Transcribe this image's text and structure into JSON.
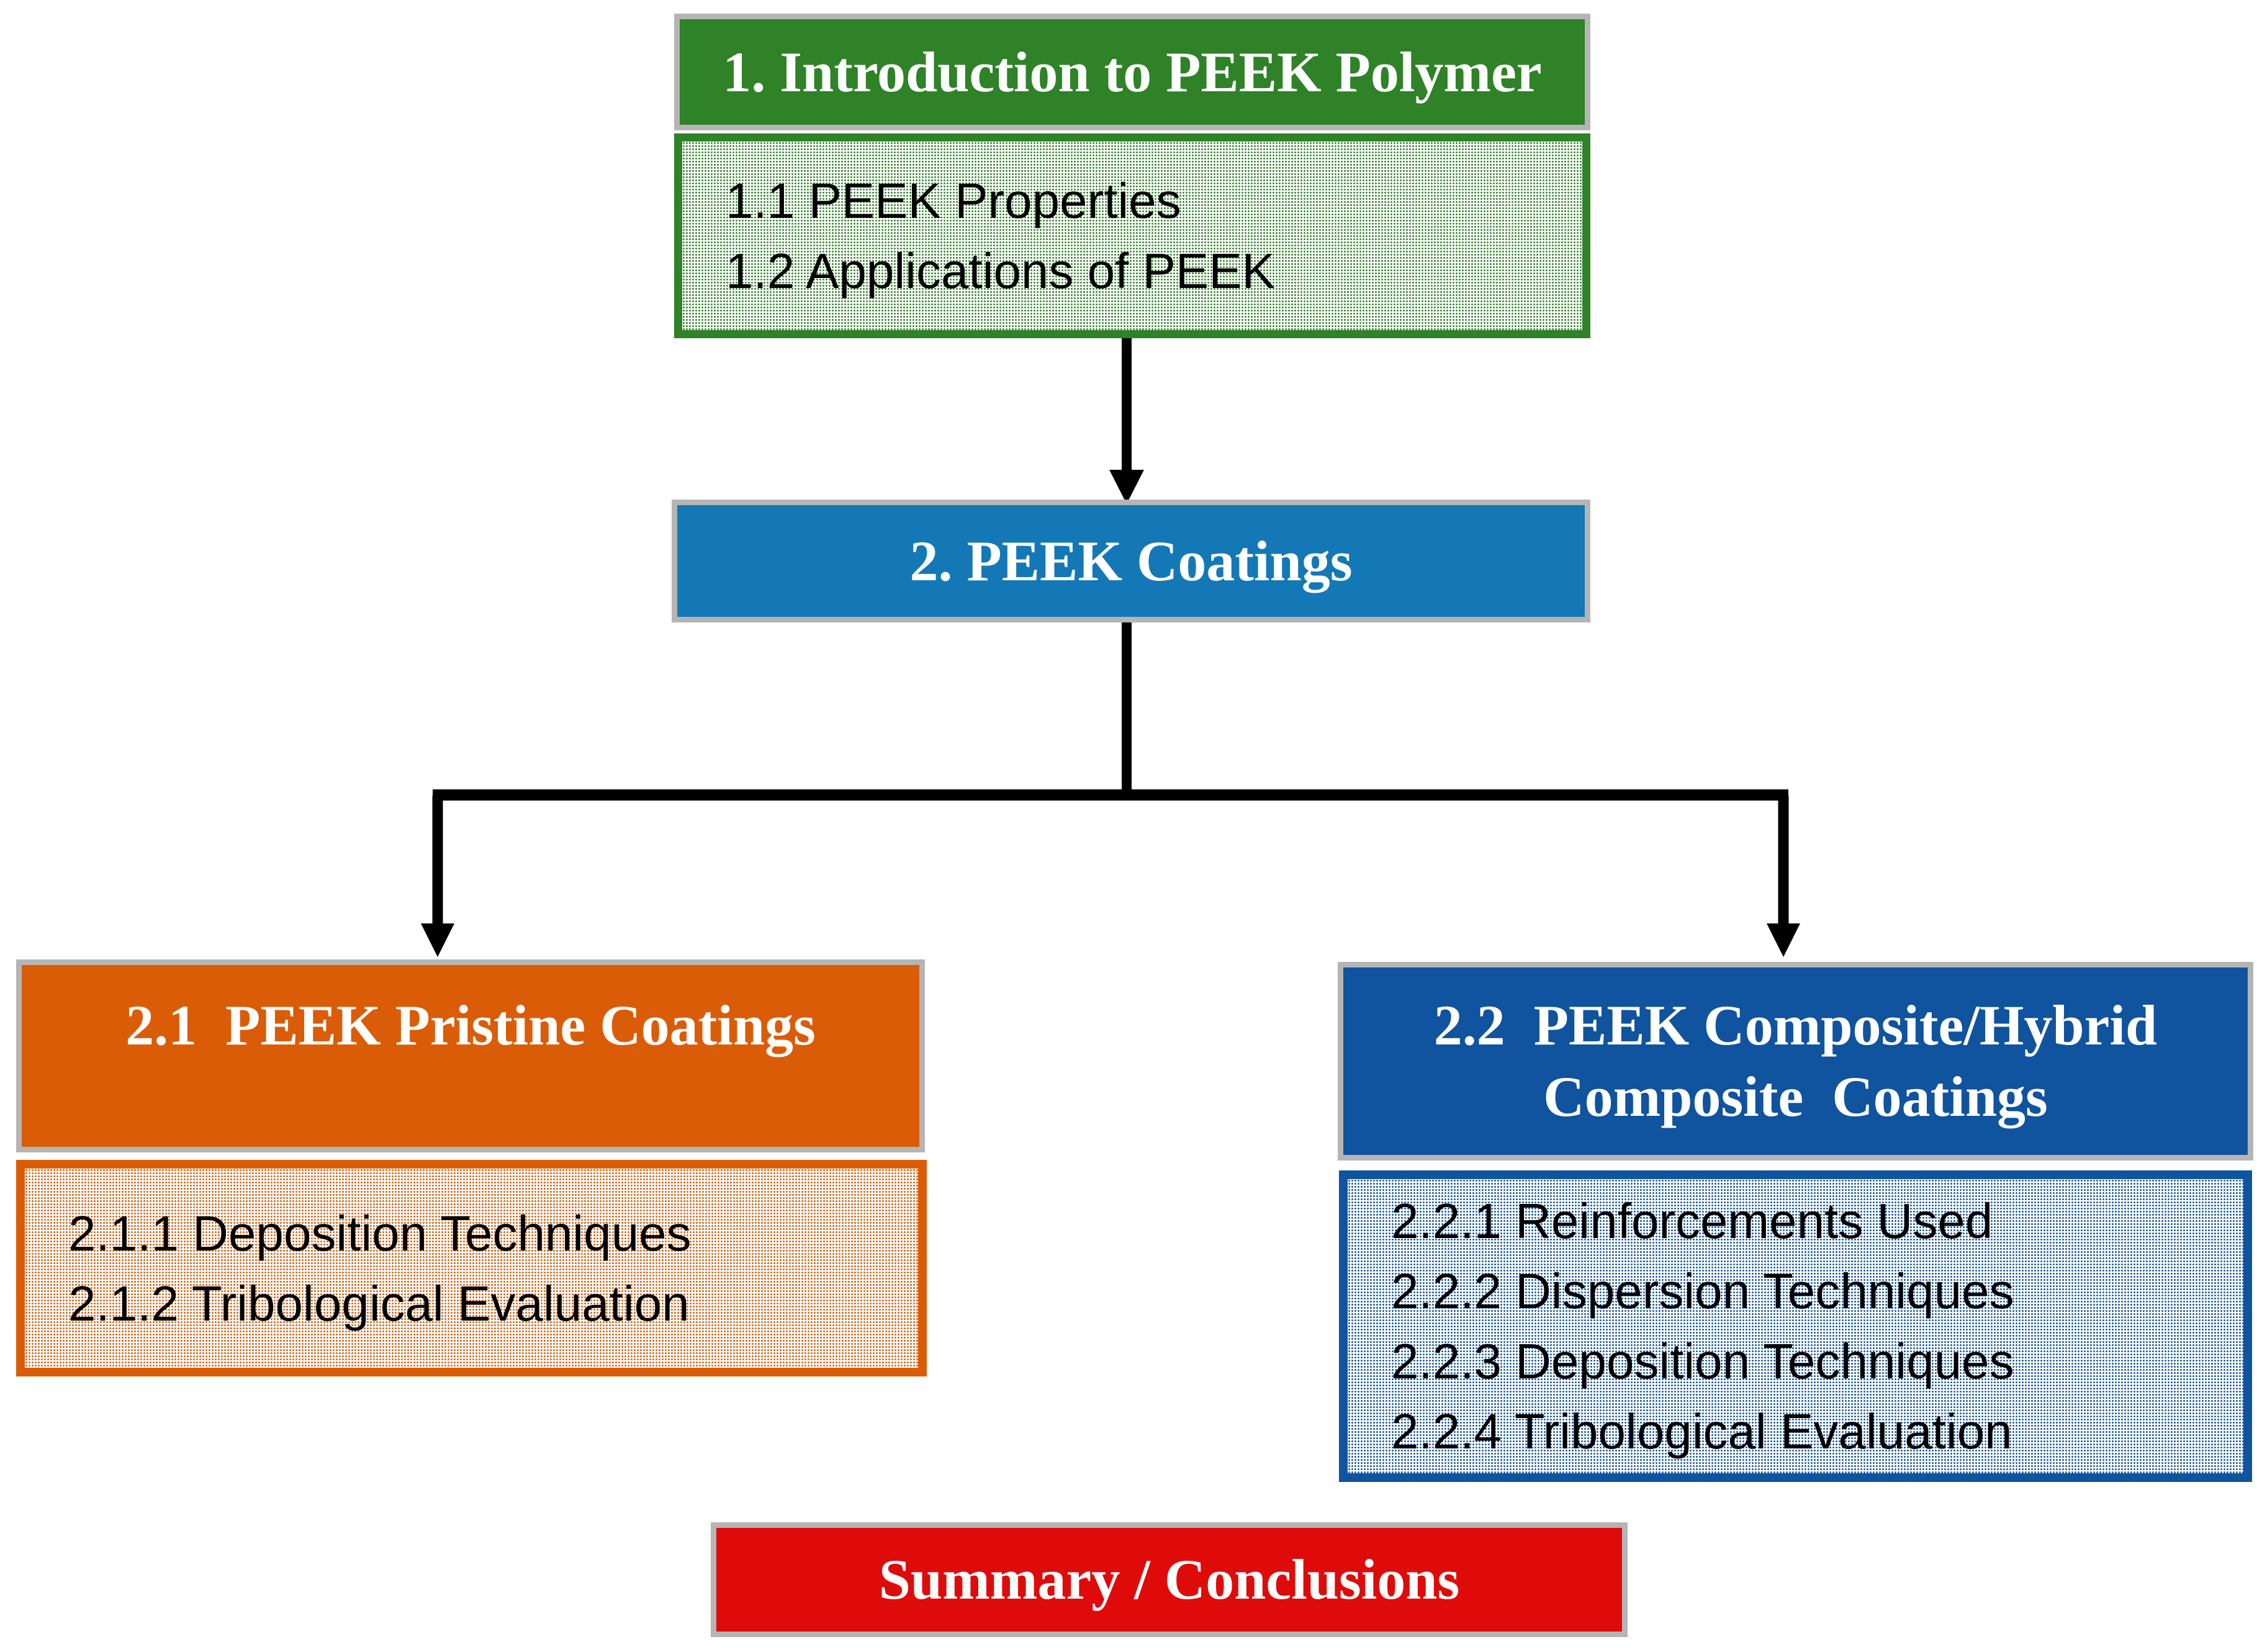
{
  "title": "PEEK polymer coatings review outline flowchart",
  "colors": {
    "green": "#2f8227",
    "blue": "#1478b6",
    "orange": "#db5c06",
    "darkblue": "#10539e",
    "red": "#df0b0b",
    "border_gray": "#b5b5b5",
    "connector": "#000000",
    "text_light": "#ffffff",
    "text_dark": "#000000"
  },
  "nodes": {
    "intro": {
      "title": "1. Introduction to PEEK Polymer",
      "items": [
        "1.1 PEEK Properties",
        "1.2 Applications of PEEK"
      ]
    },
    "coatings": {
      "title": "2. PEEK Coatings"
    },
    "pristine": {
      "title": "2.1  PEEK Pristine Coatings",
      "items": [
        "2.1.1 Deposition Techniques",
        "2.1.2 Tribological Evaluation"
      ]
    },
    "composite": {
      "title": "2.2  PEEK Composite/Hybrid\nComposite  Coatings",
      "items": [
        "2.2.1 Reinforcements Used",
        "2.2.2 Dispersion Techniques",
        "2.2.3 Deposition Techniques",
        "2.2.4 Tribological Evaluation"
      ]
    },
    "summary": {
      "title": "Summary / Conclusions"
    }
  }
}
